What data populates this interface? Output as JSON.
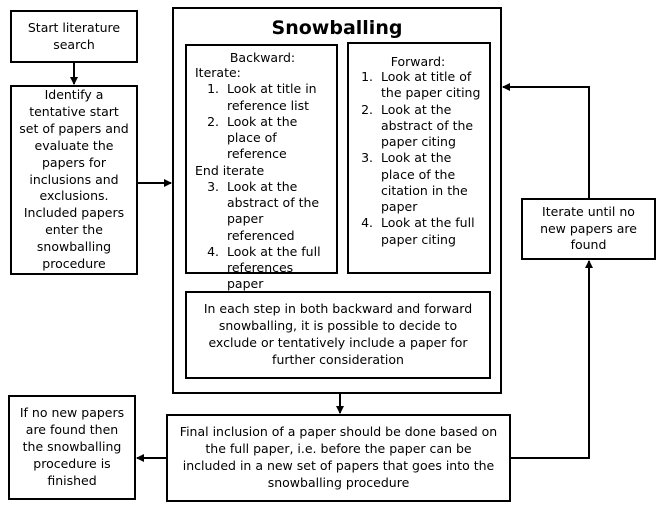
{
  "start_box": {
    "text": "Start literature search"
  },
  "identify_box": {
    "text": "Identify a tentative start set of papers and evaluate the papers for inclusions and exclusions. Included papers enter the snowballing procedure"
  },
  "snowballing": {
    "title": "Snowballing",
    "backward": {
      "title": "Backward:",
      "iterate_label": "Iterate:",
      "steps_a": [
        "Look at title in reference list",
        "Look at the place of reference"
      ],
      "end_iterate_label": "End iterate",
      "steps_b": [
        "Look at the abstract of the paper referenced",
        "Look at the full references paper"
      ]
    },
    "forward": {
      "title": "Forward:",
      "steps": [
        "Look at title of the paper citing",
        "Look at the abstract of the paper citing",
        "Look at the place of the citation in the paper",
        "Look at the full paper citing"
      ]
    },
    "note": "In each step in both backward and forward snowballing, it is possible to decide to exclude or tentatively include a paper for further consideration"
  },
  "iterate_box": {
    "text": "Iterate until no new papers are found"
  },
  "final_box": {
    "text": "Final inclusion of a paper should be done based on the full paper, i.e. before the paper can be included in a new set of papers that goes into the snowballing procedure"
  },
  "finish_box": {
    "text": "If no new papers are found then the snowballing procedure is finished"
  }
}
